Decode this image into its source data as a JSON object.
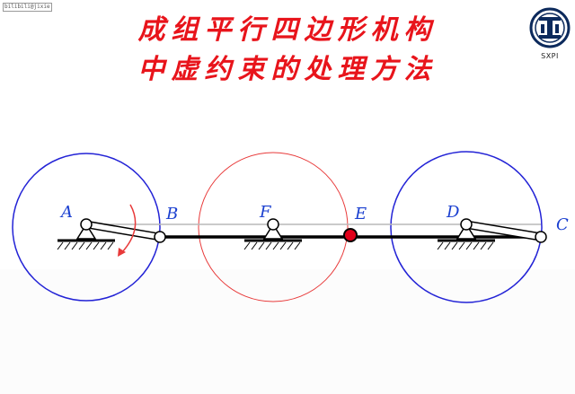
{
  "corner_tag": "bilibili@jixie",
  "title": {
    "line1": "成组平行四边形机构",
    "line2": "中虚约束的处理方法"
  },
  "logo": {
    "text": "SXPI",
    "icon": "sxpi-logo-icon"
  },
  "points": {
    "A": "A",
    "B": "B",
    "F": "F",
    "E": "E",
    "D": "D",
    "C": "C"
  },
  "colors": {
    "title": "#e8141b",
    "blue_circle": "#2323d6",
    "red_circle": "#e83a3a",
    "link": "#000000",
    "joint_E": "#e0001a",
    "label": "#1a3fd0"
  }
}
